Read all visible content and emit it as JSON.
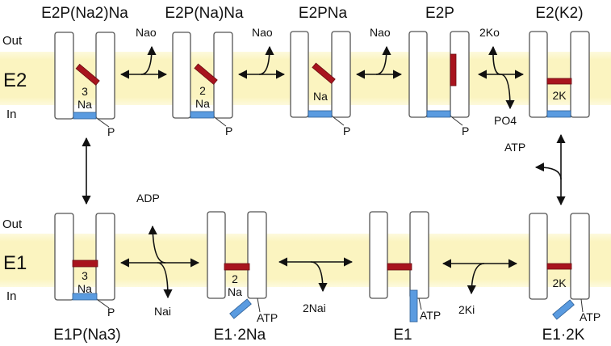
{
  "diagram": {
    "title": "Na,K-ATPase Post-Albers transport cycle",
    "colors": {
      "membrane_band": "#fbf6c8",
      "gate": "#a8141e",
      "phosphate_site": "#5a9be0",
      "pillar_stroke": "#555555"
    },
    "side_labels": {
      "top": {
        "out": "Out",
        "state": "E2",
        "in": "In"
      },
      "bottom": {
        "out": "Out",
        "state": "E1",
        "in": "In"
      }
    },
    "states_top": [
      {
        "name": "E2P(Na2)Na",
        "count": "3",
        "ion": "Na",
        "p": "P"
      },
      {
        "name": "E2P(Na)Na",
        "count": "2",
        "ion": "Na",
        "p": "P"
      },
      {
        "name": "E2PNa",
        "count": "",
        "ion": "Na",
        "p": "P"
      },
      {
        "name": "E2P",
        "count": "",
        "ion": "",
        "p": "P"
      },
      {
        "name": "E2(K2)",
        "count": "",
        "ion": "2K",
        "p": ""
      }
    ],
    "states_bottom": [
      {
        "name": "E1P(Na3)",
        "count": "3",
        "ion": "Na",
        "p": "P"
      },
      {
        "name": "E1·2Na",
        "count": "2",
        "ion": "Na",
        "p": "ATP"
      },
      {
        "name": "E1",
        "count": "",
        "ion": "",
        "p": "ATP"
      },
      {
        "name": "E1·2K",
        "count": "",
        "ion": "2K",
        "p": "ATP"
      }
    ],
    "transitions_top": [
      {
        "label": "Nao"
      },
      {
        "label": "Nao"
      },
      {
        "label": "Nao"
      },
      {
        "label_up": "2Ko",
        "label_down": "PO4"
      }
    ],
    "transitions_bottom": [
      {
        "label_up": "ADP",
        "label_down": "Nai"
      },
      {
        "label": "2Nai"
      },
      {
        "label": "2Ki"
      }
    ],
    "transition_right_vertical": {
      "label": "ATP"
    }
  }
}
